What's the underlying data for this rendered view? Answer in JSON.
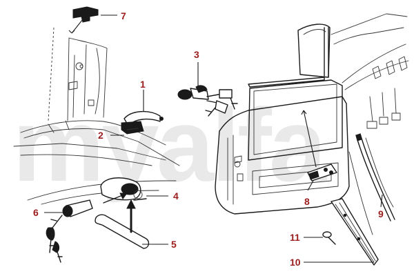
{
  "watermark": {
    "text": "myalfa"
  },
  "callouts": [
    {
      "id": "7",
      "label": "7"
    },
    {
      "id": "1",
      "label": "1"
    },
    {
      "id": "2",
      "label": "2"
    },
    {
      "id": "3",
      "label": "3"
    },
    {
      "id": "4",
      "label": "4"
    },
    {
      "id": "5",
      "label": "5"
    },
    {
      "id": "6",
      "label": "6"
    },
    {
      "id": "8",
      "label": "8"
    },
    {
      "id": "9",
      "label": "9"
    },
    {
      "id": "10",
      "label": "10"
    },
    {
      "id": "11",
      "label": "11"
    }
  ],
  "colors": {
    "callout": "#9b1c1c",
    "line": "#1a1a1a",
    "watermark": "#e9e9e9"
  }
}
